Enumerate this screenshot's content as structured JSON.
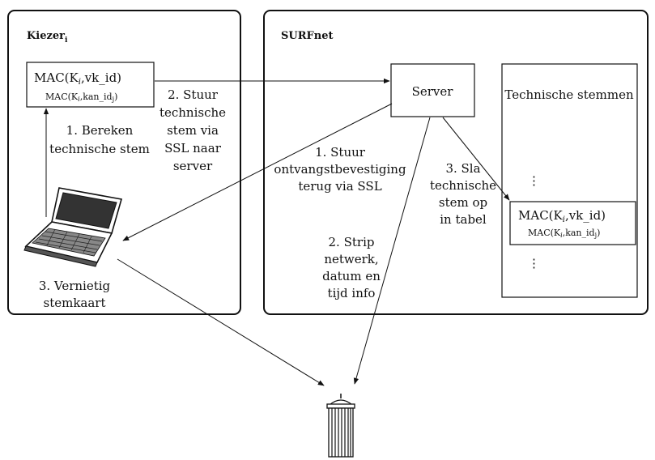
{
  "containers": {
    "kiezer": {
      "title": "Kiezer",
      "subscript": "i"
    },
    "surfnet": {
      "title": "SURFnet"
    }
  },
  "mac_box_left": {
    "line1": "MAC(K",
    "line1_sub": "i",
    "line1_rest": ",vk_id)",
    "line2": "MAC(K",
    "line2_sub": "i",
    "line2_mid": ",kan_id",
    "line2_sub2": "j",
    "line2_end": ")"
  },
  "server": {
    "label": "Server"
  },
  "table": {
    "title": "Technische stemmen",
    "dots_top": "⋮",
    "dots_bottom": "⋮",
    "entry_line1": "MAC(K",
    "entry_line1_sub": "i",
    "entry_line1_rest": ",vk_id)",
    "entry_line2": "MAC(K",
    "entry_line2_sub": "i",
    "entry_line2_mid": ",kan_id",
    "entry_line2_sub2": "j",
    "entry_line2_end": ")"
  },
  "steps": {
    "bereken": [
      "1. Bereken",
      "technische stem"
    ],
    "stuur_stem": [
      "2. Stuur",
      "technische",
      "stem via",
      "SSL naar",
      "server"
    ],
    "ontvangst": [
      "1. Stuur",
      "ontvangstbevestiging",
      "terug via SSL"
    ],
    "sla_op": [
      "3. Sla",
      "technische",
      "stem op",
      "in tabel"
    ],
    "strip": [
      "2. Strip",
      "netwerk,",
      "datum en",
      "tijd info"
    ],
    "vernietig": [
      "3. Vernietig",
      "stemkaart"
    ]
  },
  "icons": {
    "laptop": "laptop-icon",
    "trash": "trash-can-icon"
  }
}
